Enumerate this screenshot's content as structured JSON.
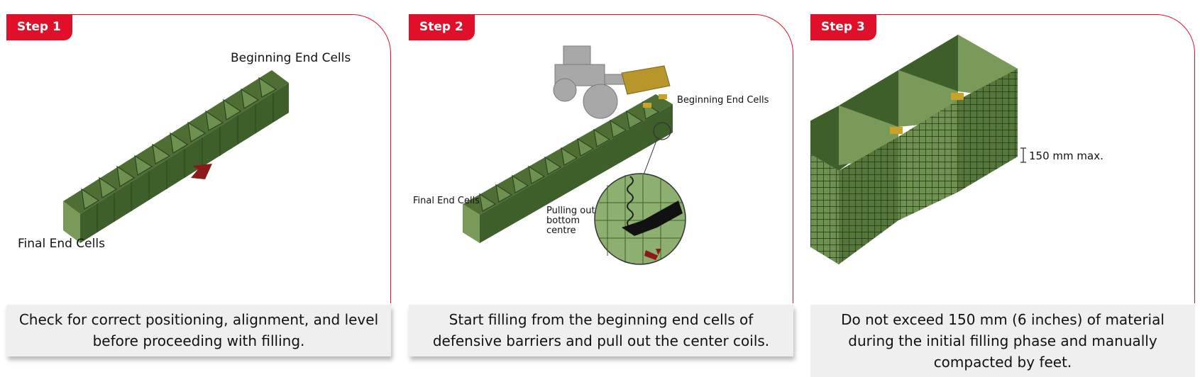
{
  "steps": [
    {
      "badge": "Step 1",
      "labels": {
        "beginning": "Beginning End Cells",
        "final": "Final End Cells"
      },
      "caption": "Check for correct positioning, alignment, and level before proceeding with filling."
    },
    {
      "badge": "Step 2",
      "labels": {
        "beginning": "Beginning End Cells",
        "final": "Final End Cells",
        "pulling": [
          "Pulling out",
          "bottom",
          "centre"
        ]
      },
      "caption": "Start filling from the beginning end cells of defensive barriers and pull out the center coils."
    },
    {
      "badge": "Step 3",
      "labels": {
        "max": "150 mm max."
      },
      "caption": "Do not exceed 150 mm (6 inches) of material during the initial filling phase and manually compacted by feet."
    }
  ],
  "colors": {
    "accent": "#e0102a",
    "barrier_dark": "#3f5f2a",
    "barrier_mid": "#56773a",
    "barrier_light": "#7a9a5a",
    "arrow": "#8b1a1a",
    "machine": "#a8a8a8",
    "fill": "#c9a227"
  }
}
